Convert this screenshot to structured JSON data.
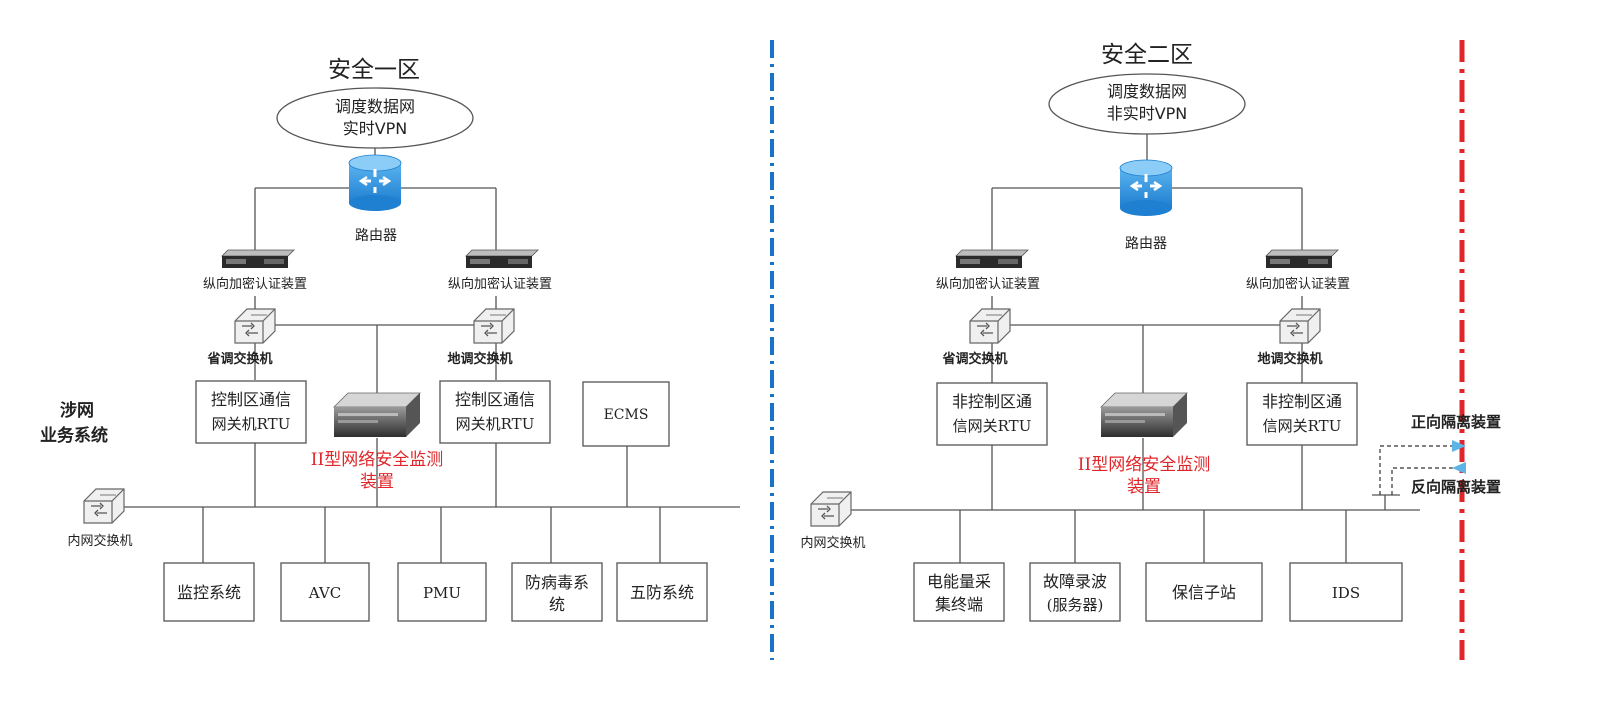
{
  "zone1": {
    "title": "安全一区",
    "vpn": [
      "调度数据网",
      "实时VPN"
    ],
    "router_label": "路由器",
    "encrypt_left": "纵向加密认证装置",
    "encrypt_right": "纵向加密认证装置",
    "switch_left": "省调交换机",
    "switch_right": "地调交换机",
    "gateway_left": [
      "控制区通信",
      "网关机RTU"
    ],
    "gateway_right": [
      "控制区通信",
      "网关机RTU"
    ],
    "ecms": "ECMS",
    "monitor": [
      "II型网络安全监测",
      "装置"
    ],
    "business": [
      "涉网",
      "业务系统"
    ],
    "inner_switch": "内网交换机",
    "systems": [
      [
        "监控系统"
      ],
      [
        "AVC"
      ],
      [
        "PMU"
      ],
      [
        "防病毒系",
        "统"
      ],
      [
        "五防系统"
      ]
    ]
  },
  "zone2": {
    "title": "安全二区",
    "vpn": [
      "调度数据网",
      "非实时VPN"
    ],
    "router_label": "路由器",
    "encrypt_left": "纵向加密认证装置",
    "encrypt_right": "纵向加密认证装置",
    "switch_left": "省调交换机",
    "switch_right": "地调交换机",
    "gateway_left": [
      "非控制区通",
      "信网关RTU"
    ],
    "gateway_right": [
      "非控制区通",
      "信网关RTU"
    ],
    "monitor": [
      "II型网络安全监测",
      "装置"
    ],
    "inner_switch": "内网交换机",
    "systems": [
      [
        "电能量采",
        "集终端"
      ],
      [
        "故障录波",
        "(服务器)"
      ],
      [
        "保信子站"
      ],
      [
        "IDS"
      ]
    ],
    "forward_isolation": "正向隔离装置",
    "reverse_isolation": "反向隔离装置"
  },
  "colors": {
    "zone_divider": "#1a73c8",
    "boundary": "#e0262a",
    "router": "#2b8fdc",
    "monitor_text": "#e0262a"
  }
}
